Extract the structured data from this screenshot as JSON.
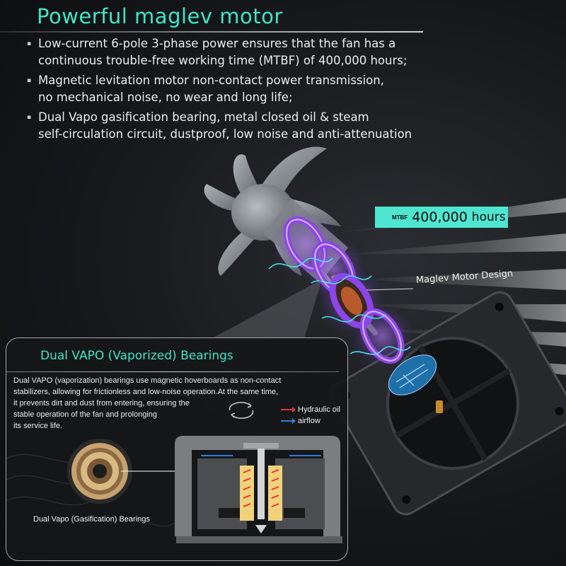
{
  "header": {
    "title": "Powerful maglev motor",
    "bullets": [
      {
        "line1": "Low-current 6-pole 3-phase power ensures that the fan has a",
        "line2": "continuous trouble-free working time (MTBF) of 400,000 hours;"
      },
      {
        "line1": "Magnetic levitation motor non-contact power transmission,",
        "line2": "no mechanical noise, no wear and long life;"
      },
      {
        "line1": "Dual Vapo gasification bearing, metal closed oil & steam",
        "line2": "self-circulation circuit, dustproof, low noise and anti-attenuation"
      }
    ]
  },
  "callouts": {
    "mtbf_prefix": "MTBF",
    "mtbf_value": "400,000",
    "mtbf_unit": "hours",
    "maglev_label": "Maglev Motor Design"
  },
  "panel": {
    "title": "Dual VAPO (Vaporized) Bearings",
    "description_lines": [
      "Dual VAPO (vaporization) bearings use magnetic hoverboards as non-contact",
      "stabilizers, allowing for frictionless and low-noise operation.At the same time,",
      "it prevents dirt and dust from entering, ensuring the",
      "stable operation of the fan and prolonging",
      "its service life."
    ],
    "legend": {
      "hydraulic_oil": "Hydraulic oil",
      "airflow": "airflow"
    },
    "bearing_caption": "Dual Vapo (Gasification) Bearings"
  },
  "colors": {
    "accent": "#3fe6c8",
    "hydraulic_oil": "#e8323a",
    "airflow": "#2f7fe0",
    "magnet_ring": "#8c45e8"
  },
  "icons": {
    "cycle": "rotate-arrows-icon"
  }
}
